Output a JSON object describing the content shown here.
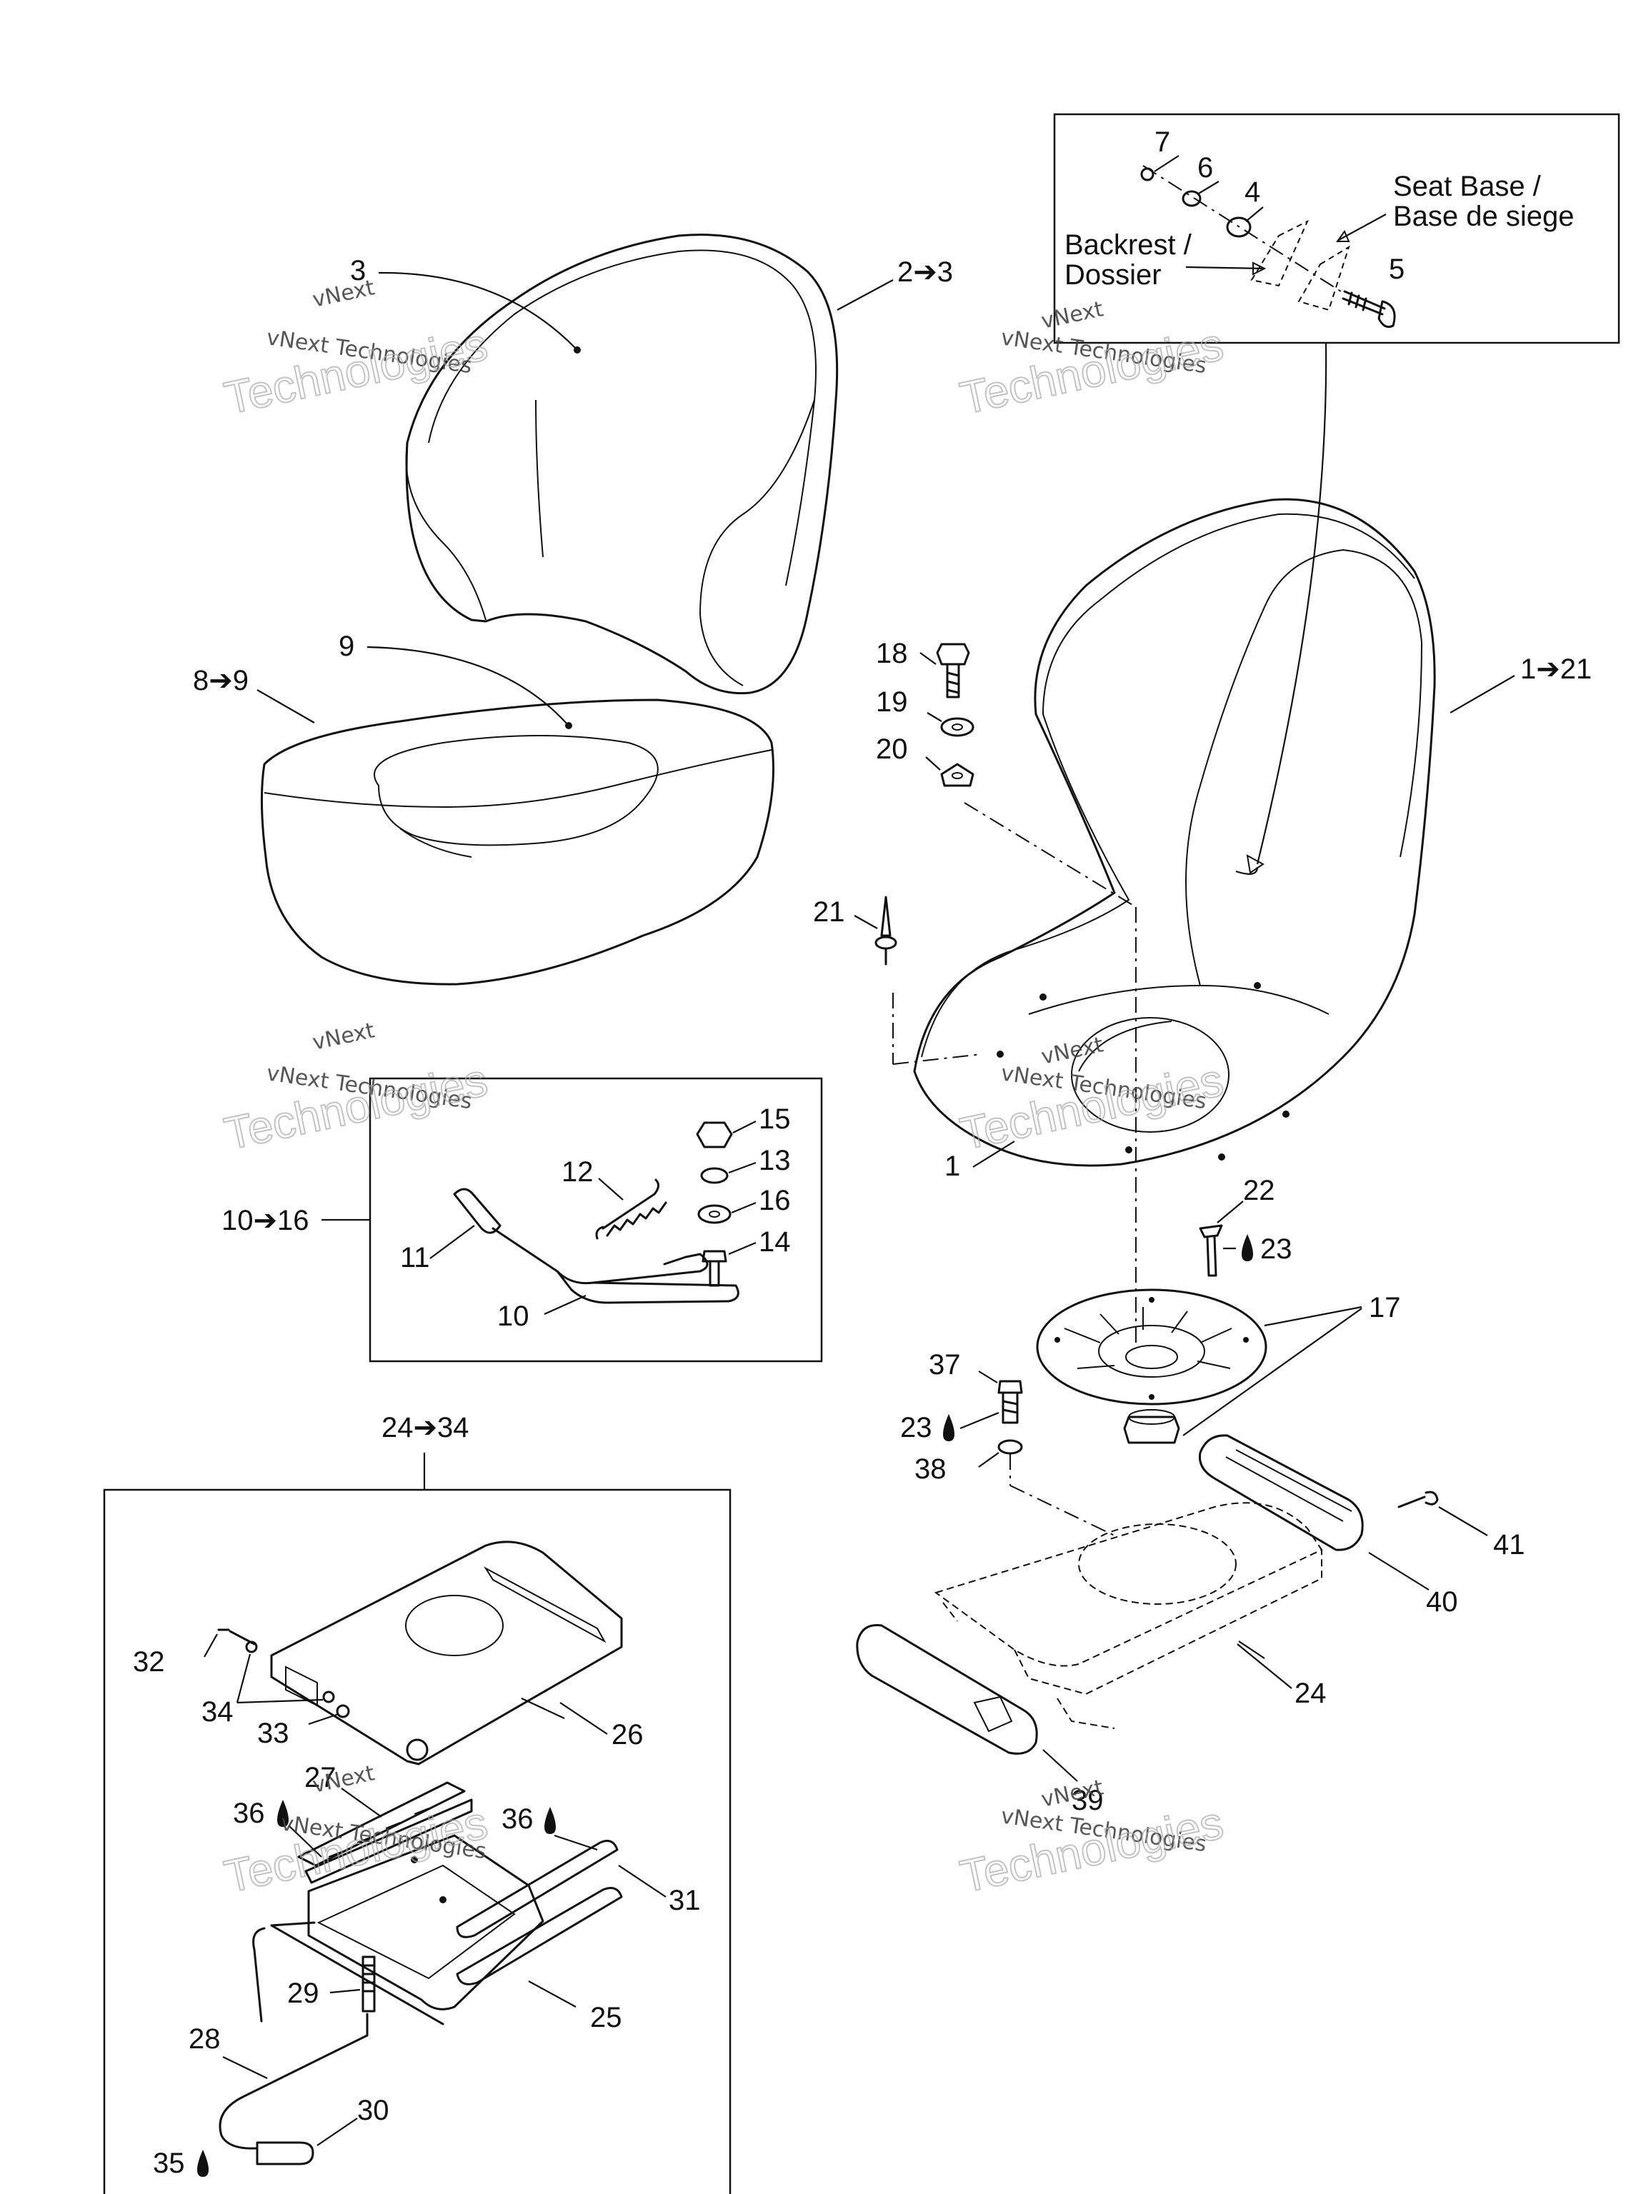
{
  "callouts": {
    "c1": "1",
    "c1_21": "1➔21",
    "c2_3": "2➔3",
    "c3": "3",
    "c4": "4",
    "c5": "5",
    "c6": "6",
    "c7": "7",
    "c8_9": "8➔9",
    "c9": "9",
    "c10": "10",
    "c10_16": "10➔16",
    "c11": "11",
    "c12": "12",
    "c13": "13",
    "c14": "14",
    "c15": "15",
    "c16": "16",
    "c17": "17",
    "c18": "18",
    "c19": "19",
    "c20": "20",
    "c21": "21",
    "c22": "22",
    "c23a": "23",
    "c23b": "23",
    "c24": "24",
    "c24_34": "24➔34",
    "c25": "25",
    "c26": "26",
    "c27": "27",
    "c28": "28",
    "c29": "29",
    "c30": "30",
    "c31": "31",
    "c32": "32",
    "c33": "33",
    "c34": "34",
    "c35": "35",
    "c36a": "36",
    "c36b": "36",
    "c37": "37",
    "c38": "38",
    "c39": "39",
    "c40": "40",
    "c41": "41"
  },
  "inset_labels": {
    "seat_base_line1": "Seat Base /",
    "seat_base_line2": "Base de siege",
    "backrest_line1": "Backrest /",
    "backrest_line2": "Dossier"
  },
  "watermark": {
    "brand_small": "vNext",
    "brand_line": "vNext Technologies",
    "brand_large": "Technologies"
  },
  "icons": {
    "lubricant": "oil-drop-icon"
  }
}
